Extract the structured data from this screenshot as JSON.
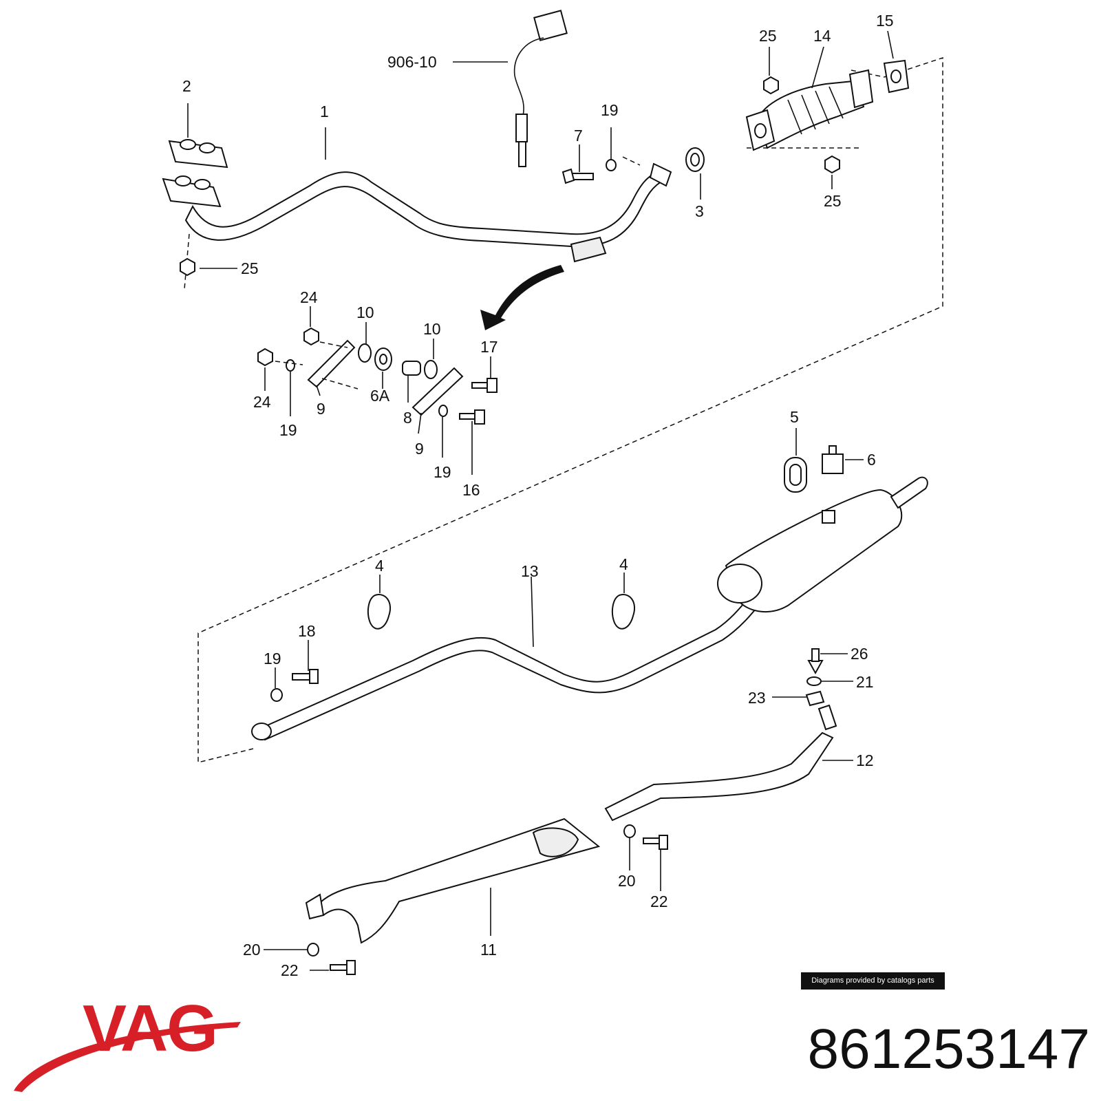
{
  "diagram": {
    "callouts": [
      {
        "id": "c-906-10",
        "text": "906-10"
      },
      {
        "id": "c-2",
        "text": "2"
      },
      {
        "id": "c-1",
        "text": "1"
      },
      {
        "id": "c-25a",
        "text": "25"
      },
      {
        "id": "c-7",
        "text": "7"
      },
      {
        "id": "c-19a",
        "text": "19"
      },
      {
        "id": "c-3",
        "text": "3"
      },
      {
        "id": "c-25b",
        "text": "25"
      },
      {
        "id": "c-14",
        "text": "14"
      },
      {
        "id": "c-15",
        "text": "15"
      },
      {
        "id": "c-25c",
        "text": "25"
      },
      {
        "id": "c-24a",
        "text": "24"
      },
      {
        "id": "c-10a",
        "text": "10"
      },
      {
        "id": "c-10b",
        "text": "10"
      },
      {
        "id": "c-17",
        "text": "17"
      },
      {
        "id": "c-24b",
        "text": "24"
      },
      {
        "id": "c-19b",
        "text": "19"
      },
      {
        "id": "c-9a",
        "text": "9"
      },
      {
        "id": "c-6a",
        "text": "6A"
      },
      {
        "id": "c-8",
        "text": "8"
      },
      {
        "id": "c-9b",
        "text": "9"
      },
      {
        "id": "c-19c",
        "text": "19"
      },
      {
        "id": "c-16",
        "text": "16"
      },
      {
        "id": "c-5",
        "text": "5"
      },
      {
        "id": "c-6",
        "text": "6"
      },
      {
        "id": "c-4a",
        "text": "4"
      },
      {
        "id": "c-13",
        "text": "13"
      },
      {
        "id": "c-4b",
        "text": "4"
      },
      {
        "id": "c-18",
        "text": "18"
      },
      {
        "id": "c-19d",
        "text": "19"
      },
      {
        "id": "c-26",
        "text": "26"
      },
      {
        "id": "c-21",
        "text": "21"
      },
      {
        "id": "c-23",
        "text": "23"
      },
      {
        "id": "c-12",
        "text": "12"
      },
      {
        "id": "c-20a",
        "text": "20"
      },
      {
        "id": "c-22a",
        "text": "22"
      },
      {
        "id": "c-11",
        "text": "11"
      },
      {
        "id": "c-20b",
        "text": "20"
      },
      {
        "id": "c-22b",
        "text": "22"
      }
    ]
  },
  "credit": "Diagrams provided by catalogs parts",
  "brand": {
    "logo_text": "VAG",
    "color": "#d61f26"
  },
  "part_number": "861253147"
}
